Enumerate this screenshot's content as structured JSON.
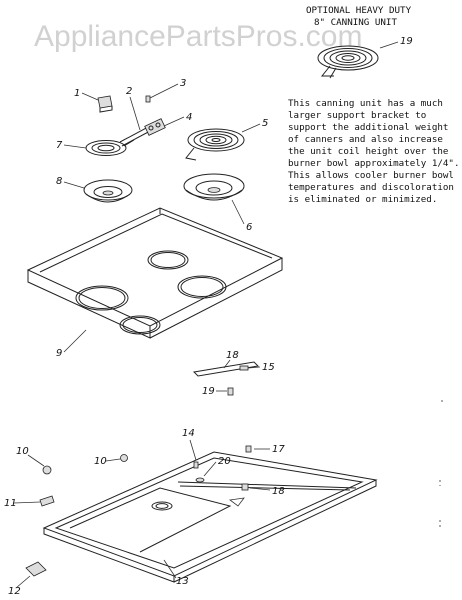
{
  "watermark": "AppliancePartsPros.com",
  "canning_unit": {
    "title_line1": "OPTIONAL HEAVY DUTY",
    "title_line2": "8\" CANNING UNIT",
    "number": "19"
  },
  "description": [
    "This canning unit has a much",
    "larger  support  bracket  to",
    "support the additional weight",
    "of canners and also increase",
    "the unit coil height over the",
    "burner bowl approximately 1/4\".",
    "This allows cooler burner bowl",
    "temperatures and discoloration",
    "is eliminated or minimized."
  ],
  "callouts": {
    "c1": "1",
    "c2": "2",
    "c3": "3",
    "c4": "4",
    "c5": "5",
    "c6": "6",
    "c7": "7",
    "c8": "8",
    "c9": "9",
    "c18a": "18",
    "c15": "15",
    "c19": "19",
    "c10a": "10",
    "c10b": "10",
    "c14": "14",
    "c20": "20",
    "c17": "17",
    "c18b": "18",
    "c11": "11",
    "c12": "12",
    "c13": "13"
  }
}
